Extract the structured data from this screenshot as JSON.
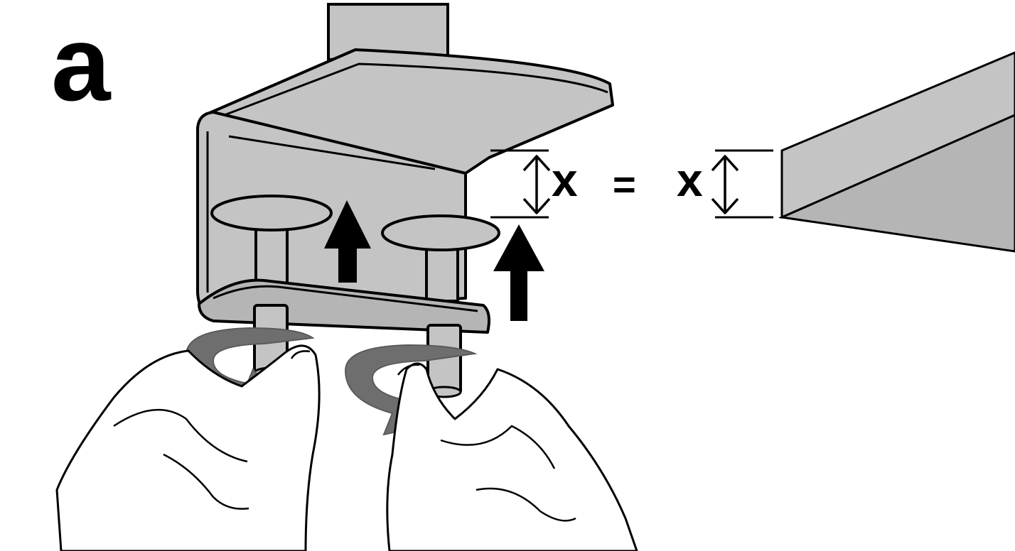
{
  "step_label": "a",
  "equation": {
    "left_var": "x",
    "operator": "=",
    "right_var": "x"
  },
  "icons": [
    "up-arrow-icon",
    "rotate-clockwise-icon",
    "double-headed-arrow-icon"
  ],
  "colors": {
    "metal": "#c4c4c4",
    "metal_dark": "#b5b5b5",
    "outline": "#000000",
    "rotate_arrow": "#6e6e6e",
    "skin": "#ffffff",
    "background": "#ffffff"
  }
}
